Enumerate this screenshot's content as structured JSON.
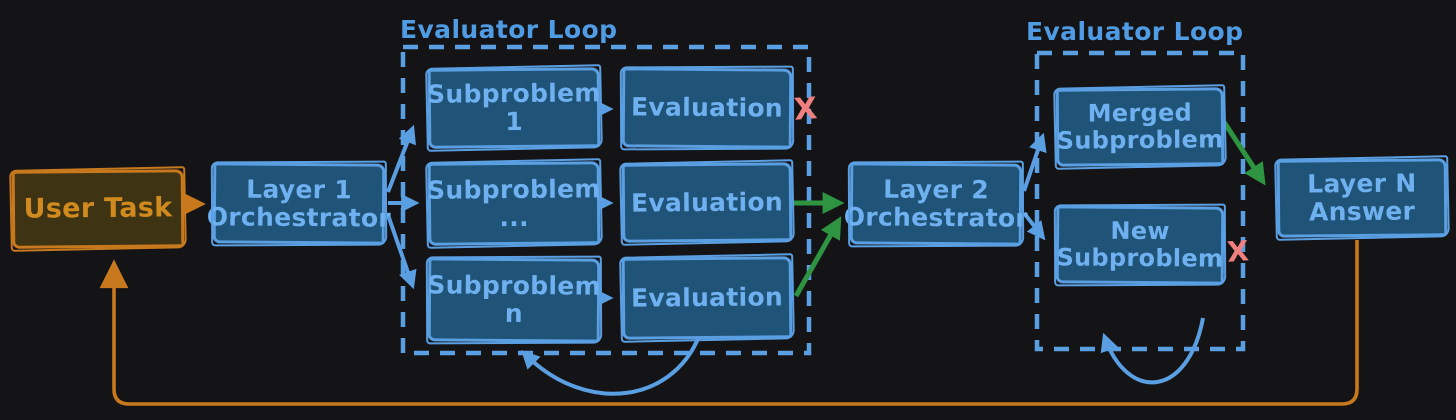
{
  "colors": {
    "background": "#141417",
    "blue": "#5b9fe3",
    "blue_fill": "#1f5377",
    "blue_text": "#6fb1f0",
    "blue_label": "#4f9be4",
    "orange": "#c8791d",
    "orange_fill": "#3e3312",
    "orange_text": "#d18a1e",
    "green": "#2f9442",
    "red": "#f0807f"
  },
  "nodes": {
    "user_task": "User Task",
    "layer1": "Layer 1\nOrchestrator",
    "layer2": "Layer 2\nOrchestrator",
    "layer_n": "Layer N\nAnswer"
  },
  "loop1": {
    "title": "Evaluator Loop",
    "rows": [
      {
        "subproblem": "Subproblem 1",
        "evaluation": "Evaluation",
        "rejected_mark": "X"
      },
      {
        "subproblem": "Subproblem\n...",
        "evaluation": "Evaluation"
      },
      {
        "subproblem": "Subproblem\nn",
        "evaluation": "Evaluation"
      }
    ]
  },
  "loop2": {
    "title": "Evaluator Loop",
    "items": [
      {
        "label": "Merged\nSubproblem"
      },
      {
        "label": "New\nSubproblem",
        "rejected_mark": "X"
      }
    ]
  }
}
